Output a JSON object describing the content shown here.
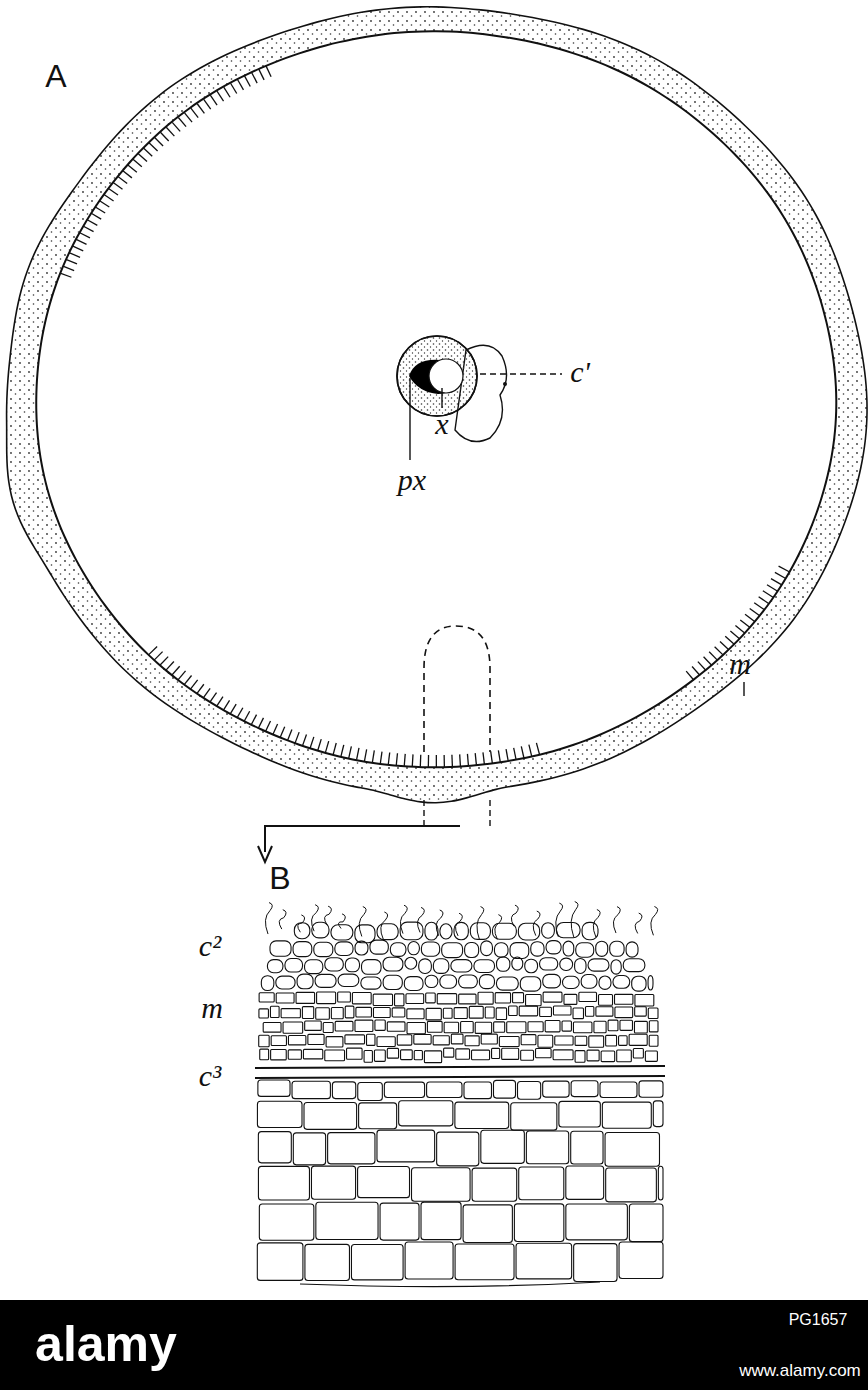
{
  "diagram": {
    "labels": [
      "A",
      "c'",
      "x",
      "px",
      "m",
      "B",
      "c²",
      "m",
      "c³",
      "alamy",
      "PG1657",
      "www.alamy.com"
    ]
  }
}
